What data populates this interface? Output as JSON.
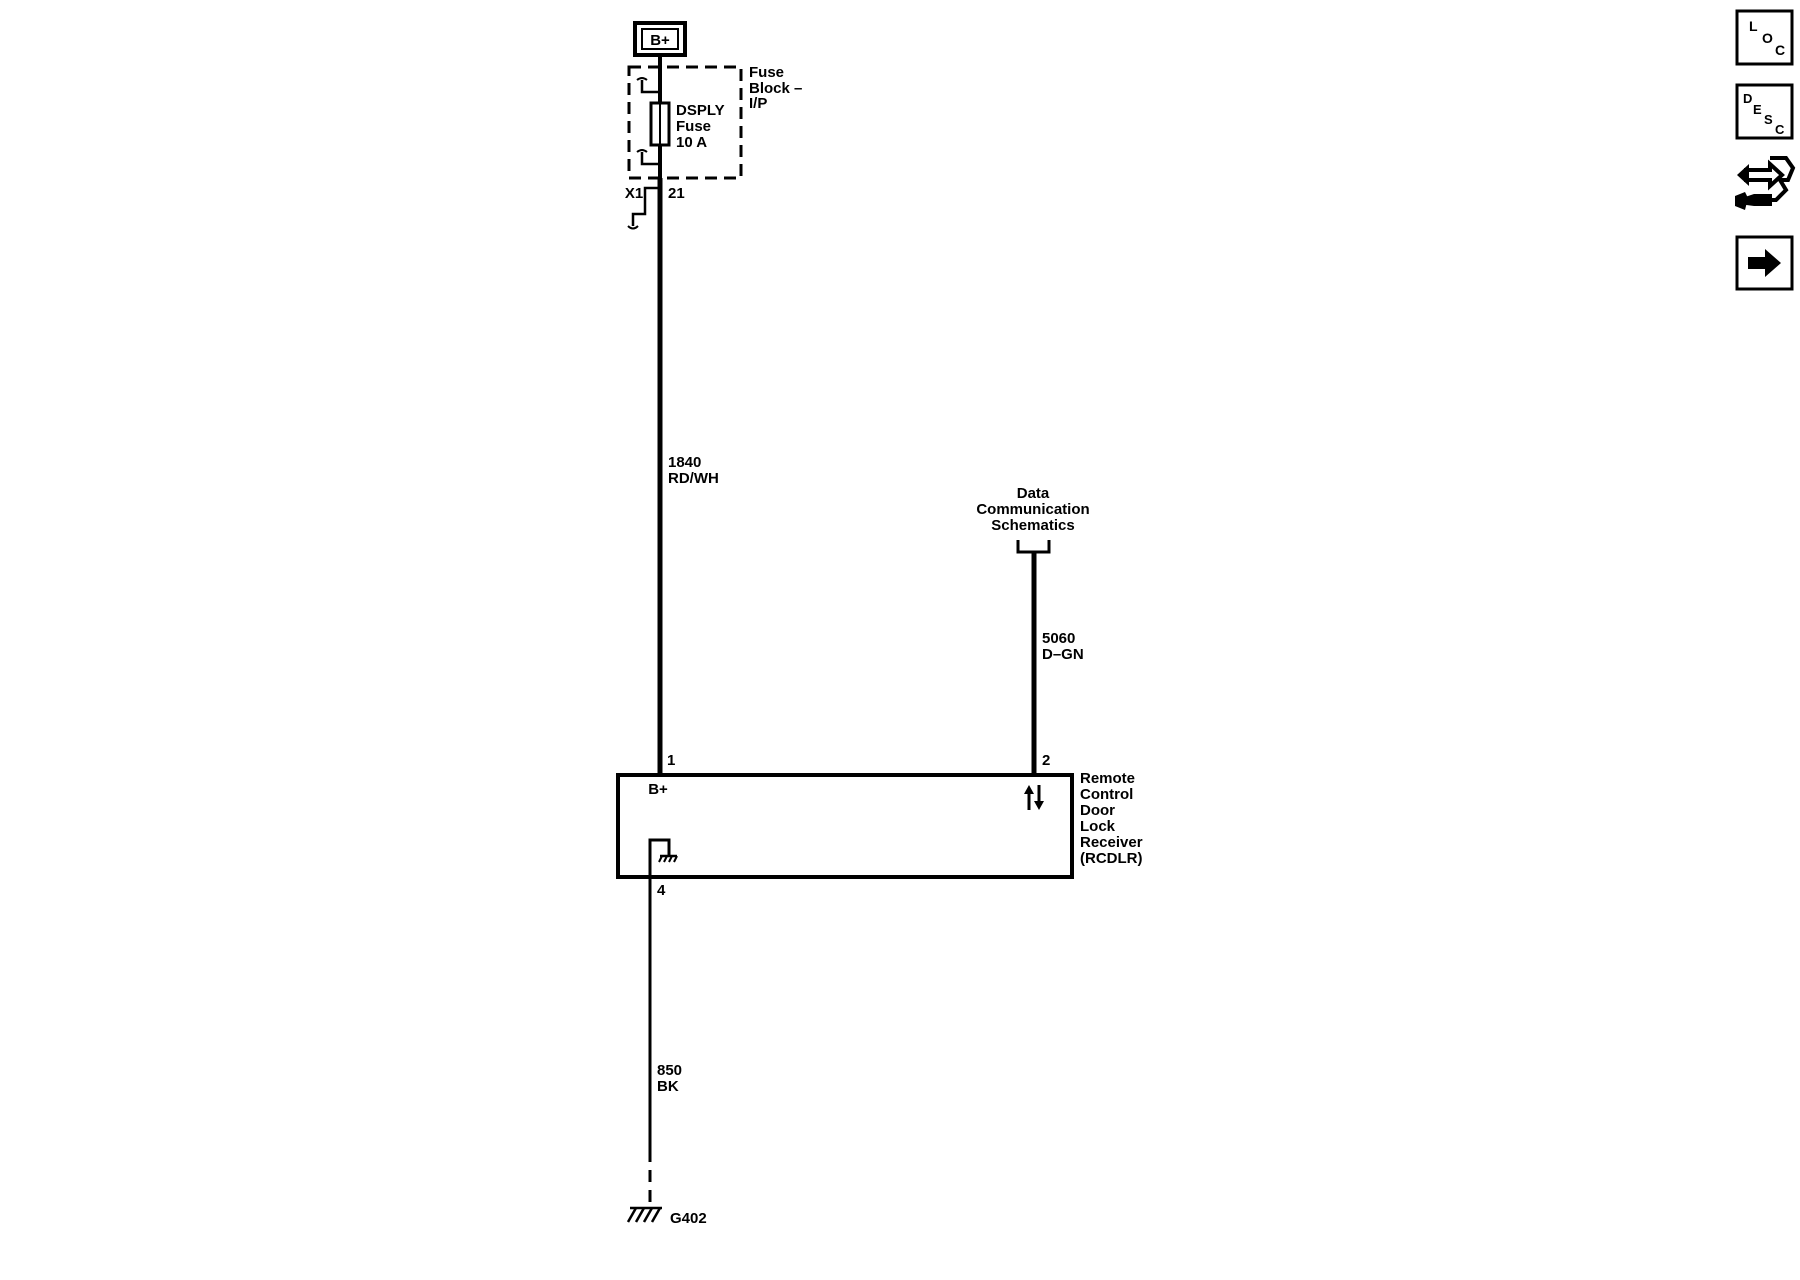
{
  "power_source": {
    "label": "B+"
  },
  "fuse_block": {
    "name_lines": [
      "Fuse",
      "Block –",
      "I/P"
    ],
    "fuse_lines": [
      "DSPLY",
      "Fuse",
      "10 A"
    ],
    "connector": "X1",
    "pin": "21"
  },
  "wire_power": {
    "circuit": "1840",
    "color": "RD/WH"
  },
  "data_comm": {
    "label_lines": [
      "Data",
      "Communication",
      "Schematics"
    ]
  },
  "wire_data": {
    "circuit": "5060",
    "color": "D–GN"
  },
  "module": {
    "name_lines": [
      "Remote",
      "Control",
      "Door",
      "Lock",
      "Receiver",
      "(RCDLR)"
    ],
    "pin_power": "1",
    "pin_data": "2",
    "pin_ground": "4",
    "power_label": "B+"
  },
  "wire_ground": {
    "circuit": "850",
    "color": "BK"
  },
  "ground": {
    "label": "G402"
  },
  "nav": {
    "loc": [
      "L",
      "O",
      "C"
    ],
    "desc": [
      "D",
      "E",
      "S",
      "C"
    ]
  }
}
